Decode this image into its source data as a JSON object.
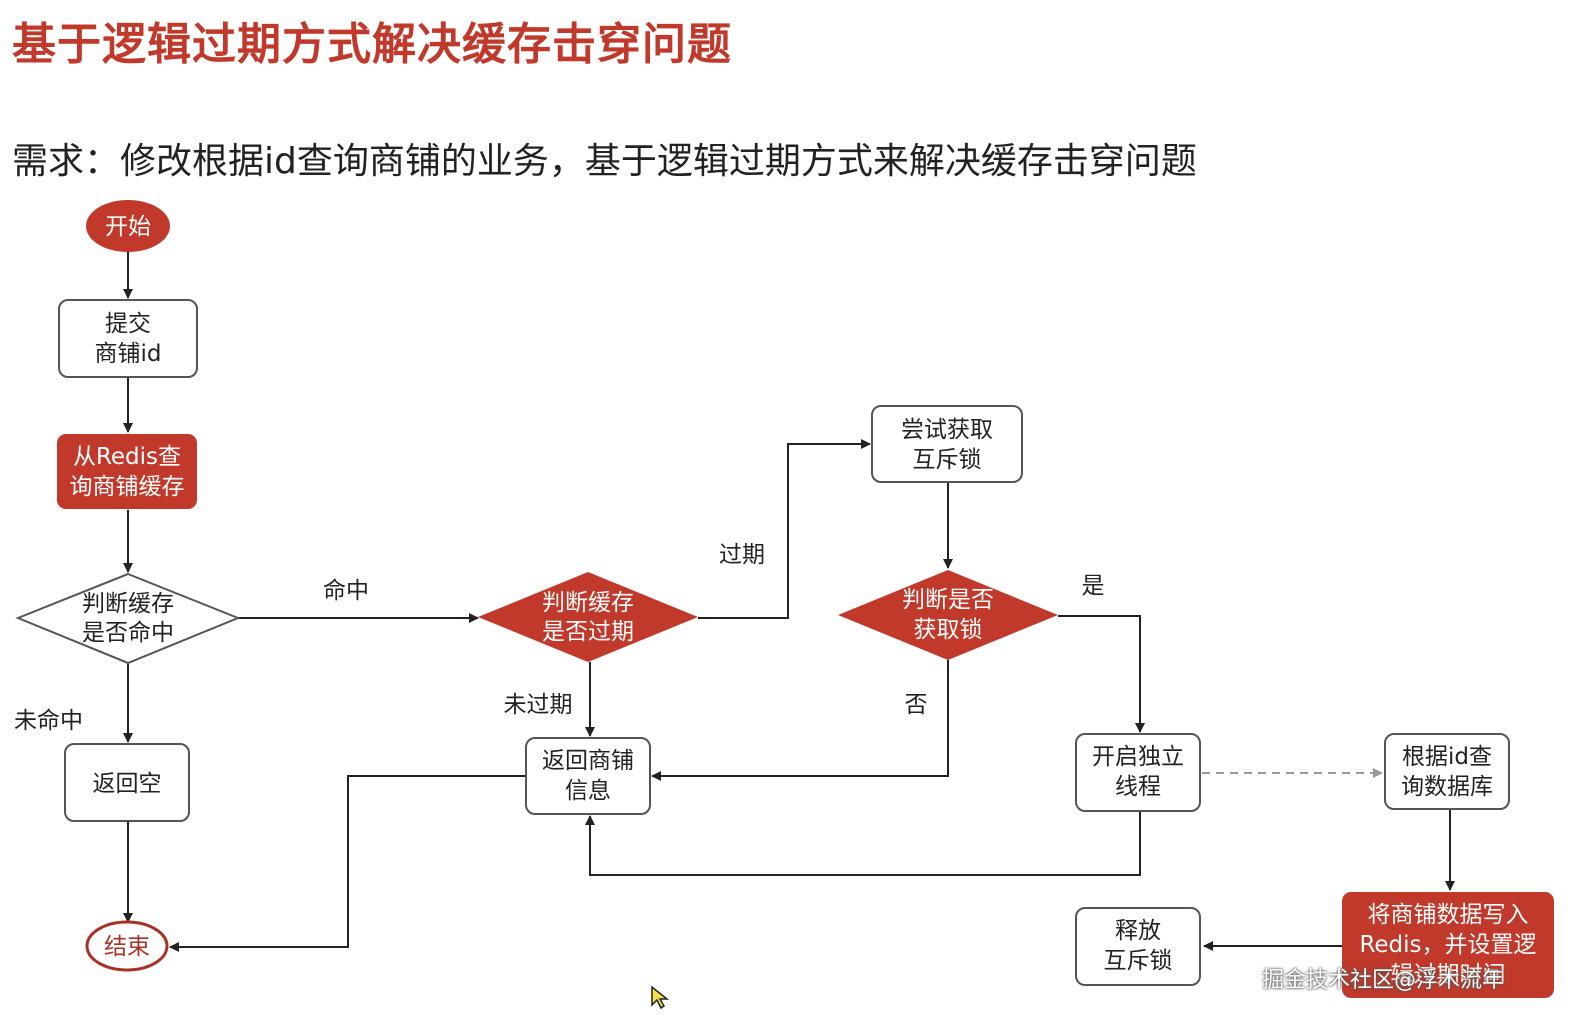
{
  "title": "基于逻辑过期方式解决缓存击穿问题",
  "requirement": "需求：修改根据id查询商铺的业务，基于逻辑过期方式来解决缓存击穿问题",
  "colors": {
    "accent": "#c0392b",
    "node_border": "#555555",
    "line": "#222222",
    "dashed_line": "#aaaaaa"
  },
  "nodes": {
    "start": "开始",
    "submit_id": [
      "提交",
      "商铺id"
    ],
    "query_redis": [
      "从Redis查",
      "询商铺缓存"
    ],
    "check_hit": [
      "判断缓存",
      "是否命中"
    ],
    "return_null": "返回空",
    "end": "结束",
    "check_expire": [
      "判断缓存",
      "是否过期"
    ],
    "return_shop": [
      "返回商铺",
      "信息"
    ],
    "try_lock": [
      "尝试获取",
      "互斥锁"
    ],
    "check_lock": [
      "判断是否",
      "获取锁"
    ],
    "new_thread": [
      "开启独立",
      "线程"
    ],
    "query_db": [
      "根据id查",
      "询数据库"
    ],
    "write_redis": [
      "将商铺数据写入",
      "Redis，并设置逻",
      "辑过期时间"
    ],
    "release_lock": [
      "释放",
      "互斥锁"
    ]
  },
  "edge_labels": {
    "hit": "命中",
    "miss": "未命中",
    "expired": "过期",
    "not_expired": "未过期",
    "yes": "是",
    "no": "否"
  },
  "watermark": "掘金技术社区@浮木流年"
}
